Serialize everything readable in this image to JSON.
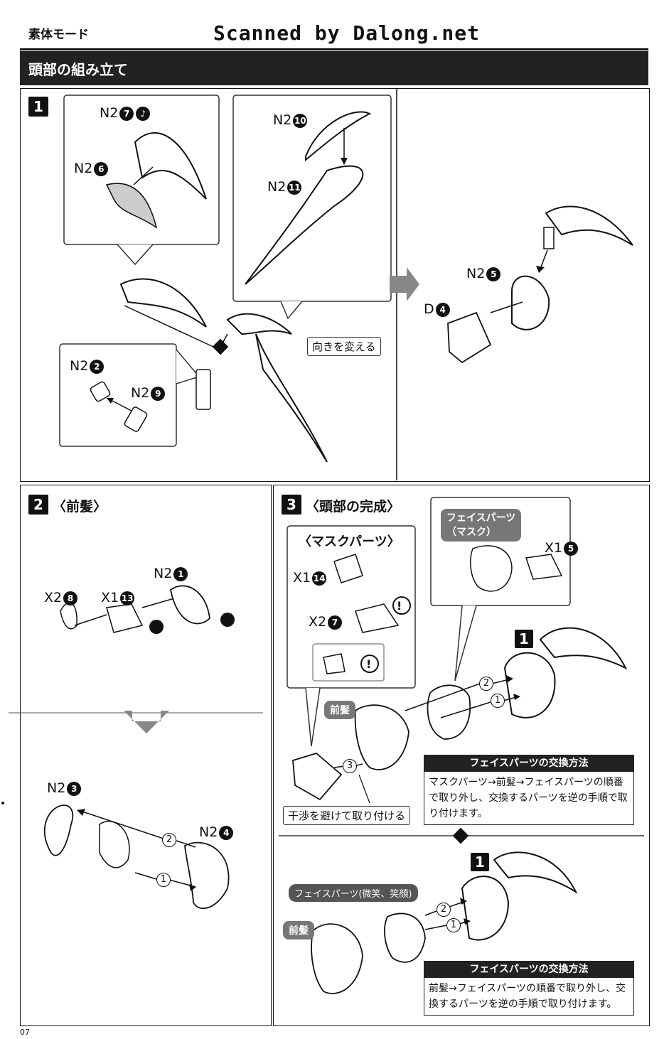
{
  "header": {
    "mode_label": "素体モード",
    "site_label": "Scanned by Dalong.net",
    "section_title": "頭部の組み立て"
  },
  "step1": {
    "number": "1",
    "parts": {
      "n2_7": {
        "prefix": "N2",
        "num": "7"
      },
      "n2_6": {
        "prefix": "N2",
        "num": "6"
      },
      "n2_10": {
        "prefix": "N2",
        "num": "10"
      },
      "n2_11": {
        "prefix": "N2",
        "num": "11"
      },
      "n2_2": {
        "prefix": "N2",
        "num": "2"
      },
      "n2_9": {
        "prefix": "N2",
        "num": "9"
      },
      "n2_5": {
        "prefix": "N2",
        "num": "5"
      },
      "d_4": {
        "prefix": "D",
        "num": "4"
      }
    },
    "turn_label": "向きを変える"
  },
  "step2": {
    "number": "2",
    "title": "〈前髪〉",
    "parts": {
      "x2_8": {
        "prefix": "X2",
        "num": "8"
      },
      "x1_13": {
        "prefix": "X1",
        "num": "13"
      },
      "n2_1": {
        "prefix": "N2",
        "num": "1"
      },
      "n2_3": {
        "prefix": "N2",
        "num": "3"
      },
      "n2_4": {
        "prefix": "N2",
        "num": "4"
      }
    },
    "order_1": "1",
    "order_2": "2"
  },
  "step3": {
    "number": "3",
    "title": "〈頭部の完成〉",
    "mask_title": "〈マスクパーツ〉",
    "parts": {
      "x1_14": {
        "prefix": "X1",
        "num": "14"
      },
      "x2_7": {
        "prefix": "X2",
        "num": "7"
      },
      "x1_5": {
        "prefix": "X1",
        "num": "5"
      }
    },
    "face_mask_tag_line1": "フェイスパーツ",
    "face_mask_tag_line2": "（マスク）",
    "ref_step": "1",
    "bangs_tag": "前髪",
    "avoid_label": "干渉を避けて取り付ける",
    "order_1": "1",
    "order_2": "2",
    "order_3": "3",
    "info1_head": "フェイスパーツの交換方法",
    "info1_body": "マスクパーツ→前髪→フェイスパーツの順番で取り外し、交換するパーツを逆の手順で取り付けます。",
    "face_smile_tag": "フェイスパーツ(微笑、笑顔)",
    "info2_head": "フェイスパーツの交換方法",
    "info2_body": "前髪→フェイスパーツの順番で取り外し、交換するパーツを逆の手順で取り付けます。"
  },
  "footer": {
    "page_number": "07"
  }
}
